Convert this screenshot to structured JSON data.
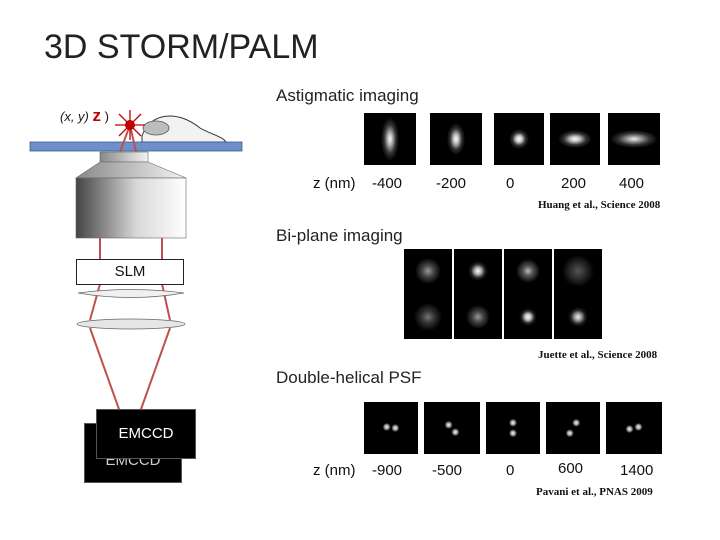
{
  "slide": {
    "title": "3D STORM/PALM",
    "coord_label_xy": "(x, y)",
    "coord_label_z": "z",
    "slm_label": "SLM",
    "emccd_label_front": "EMCCD",
    "emccd_label_back": "EMCCD"
  },
  "astigmatic": {
    "heading": "Astigmatic imaging",
    "z_label": "z (nm)",
    "ticks": [
      "-400",
      "-200",
      "0",
      "200",
      "400"
    ],
    "citation": "Huang et al., Science 2008"
  },
  "biplane": {
    "heading": "Bi-plane imaging",
    "citation": "Juette et al., Science 2008"
  },
  "double_helix": {
    "heading": "Double-helical PSF",
    "z_label": "z (nm)",
    "ticks": [
      "-900",
      "-500",
      "0",
      "600",
      "1400"
    ],
    "citation": "Pavani et al., PNAS 2009"
  },
  "colors": {
    "stage": "#6e8fc8",
    "beam": "#c0504d",
    "z_accent": "#c00000"
  }
}
